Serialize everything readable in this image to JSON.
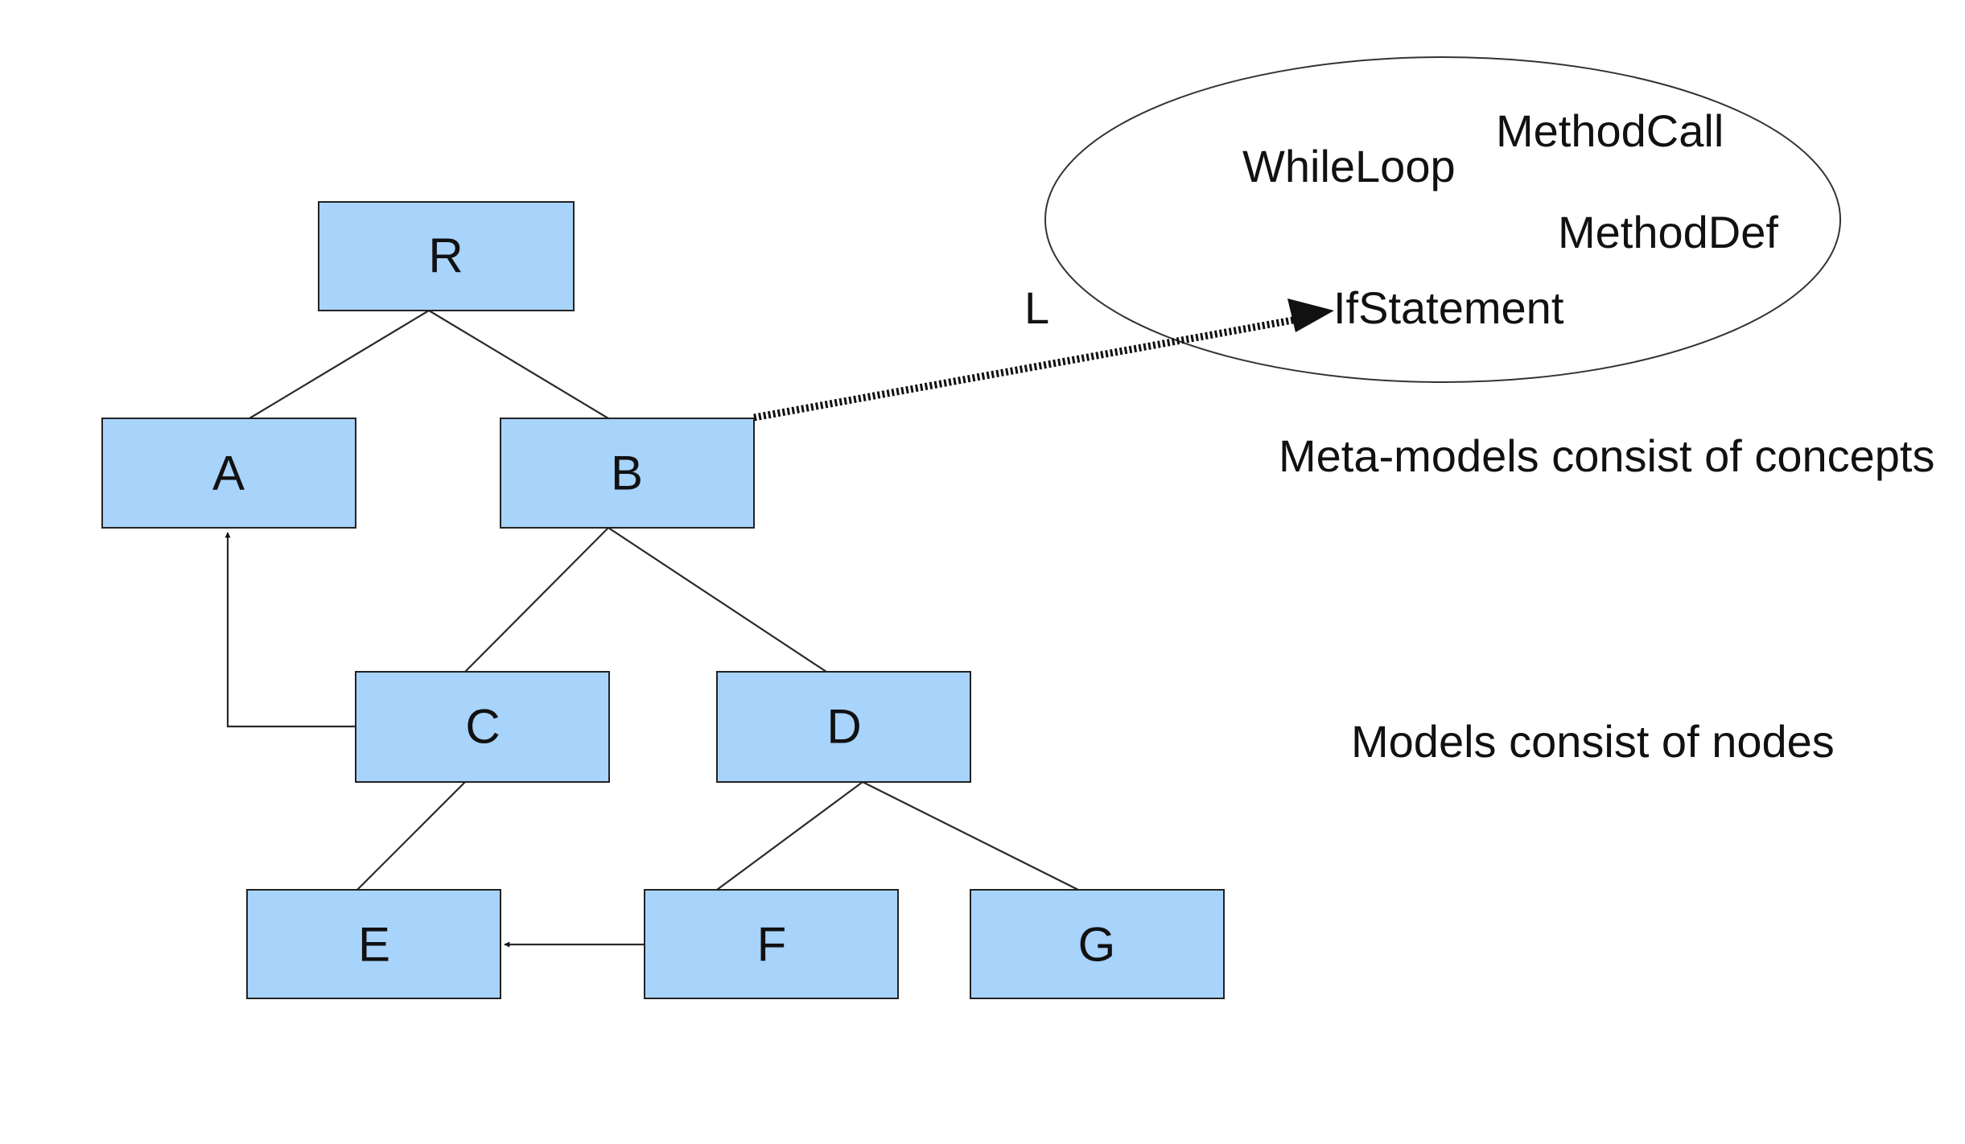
{
  "diagram": {
    "nodes": [
      {
        "id": "R",
        "label": "R"
      },
      {
        "id": "A",
        "label": "A"
      },
      {
        "id": "B",
        "label": "B"
      },
      {
        "id": "C",
        "label": "C"
      },
      {
        "id": "D",
        "label": "D"
      },
      {
        "id": "E",
        "label": "E"
      },
      {
        "id": "F",
        "label": "F"
      },
      {
        "id": "G",
        "label": "G"
      }
    ],
    "tree_edges": [
      {
        "from": "R",
        "to": "A"
      },
      {
        "from": "R",
        "to": "B"
      },
      {
        "from": "B",
        "to": "C"
      },
      {
        "from": "B",
        "to": "D"
      },
      {
        "from": "C",
        "to": "E"
      },
      {
        "from": "D",
        "to": "F"
      },
      {
        "from": "D",
        "to": "G"
      }
    ],
    "reference_edges": [
      {
        "from": "C",
        "to": "A"
      },
      {
        "from": "F",
        "to": "E"
      }
    ],
    "link": {
      "from": "B",
      "to": "IfStatement",
      "label": "L",
      "style": "dotted"
    },
    "metamodel": {
      "concepts": [
        "WhileLoop",
        "MethodCall",
        "MethodDef",
        "IfStatement"
      ]
    },
    "captions": {
      "metamodels": "Meta-models consist of concepts",
      "models": "Models consist of nodes"
    },
    "colors": {
      "node_fill": "#a8d3fb",
      "stroke": "#222222"
    }
  }
}
